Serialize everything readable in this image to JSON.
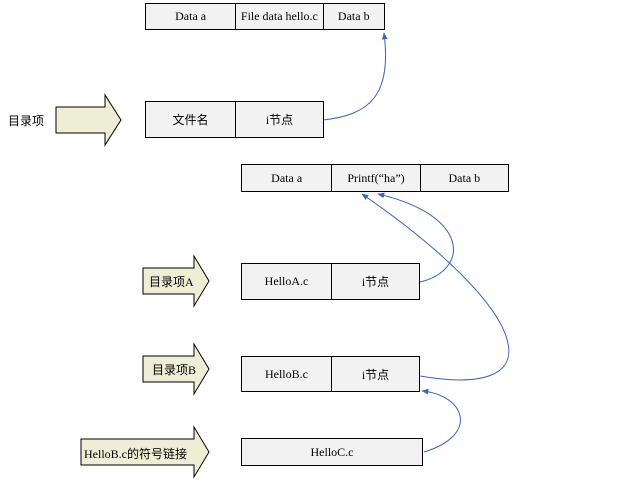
{
  "colors": {
    "cell_fill": "#f2f2f2",
    "arrow_fill": "#eeeed6",
    "connector": "#3a64b8"
  },
  "top_row": {
    "cells": [
      "Data a",
      "File data  hello.c",
      "Data b"
    ]
  },
  "dir_entry": {
    "label": "目录项",
    "cells": [
      "文件名",
      "i节点"
    ]
  },
  "file_row": {
    "cells": [
      "Data a",
      "Printf(“ha”)",
      "Data b"
    ]
  },
  "entry_a": {
    "label": "目录项A",
    "cells": [
      "HelloA.c",
      "i节点"
    ]
  },
  "entry_b": {
    "label": "目录项B",
    "cells": [
      "HelloB.c",
      "i节点"
    ]
  },
  "symlink": {
    "label": "HelloB.c的符号链接",
    "cells": [
      "HelloC.c"
    ]
  }
}
